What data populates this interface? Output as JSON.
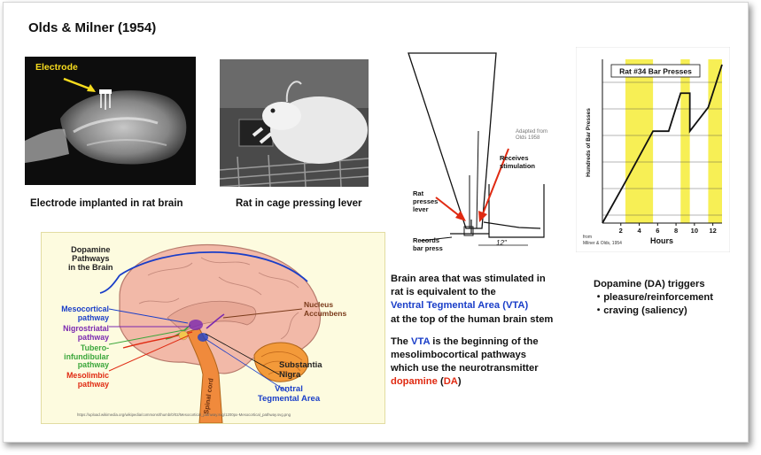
{
  "title": "Olds & Milner (1954)",
  "photo1": {
    "label": "Electrode",
    "caption": "Electrode implanted in rat brain"
  },
  "photo2": {
    "caption": "Rat in cage pressing lever"
  },
  "apparatus": {
    "credit_line1": "Adapted from",
    "credit_line2": "Olds 1958",
    "receives_line1": "Receives",
    "receives_line2": "stimulation",
    "rat_line1": "Rat",
    "rat_line2": "presses",
    "rat_line3": "lever",
    "records_line1": "Records",
    "records_line2": "bar press",
    "dimension": "12\""
  },
  "graph": {
    "title": "Rat #34 Bar Presses",
    "ylabel": "Hundreds of Bar Presses",
    "xlabel": "Hours",
    "credit_line1": "from",
    "credit_line2": "Milner & Olds, 1954"
  },
  "chart_data": {
    "type": "line",
    "title": "Rat #34 Bar Presses",
    "xlabel": "Hours",
    "ylabel": "Hundreds of Bar Presses",
    "x_ticks": [
      "2",
      "4",
      "6",
      "8",
      "10",
      "12"
    ],
    "xlim": [
      0,
      13
    ],
    "shaded_intervals_hours": [
      [
        2.5,
        5.5
      ],
      [
        8.5,
        9.5
      ],
      [
        11.5,
        13
      ]
    ],
    "x": [
      0,
      2.5,
      5.5,
      6,
      7.2,
      8.5,
      9.5,
      9.5,
      11.5,
      13
    ],
    "y": [
      0,
      0.26,
      0.58,
      0.58,
      0.58,
      0.82,
      0.82,
      0.58,
      0.73,
      1.0
    ]
  },
  "brain": {
    "title_line1": "Dopamine",
    "title_line2": "Pathways",
    "title_line3": "in the Brain",
    "nucleus_line1": "Nucleus",
    "nucleus_line2": "Accumbens",
    "mesocortical_line1": "Mesocortical",
    "mesocortical_line2": "pathway",
    "nigrostriatal_line1": "Nigrostriatal",
    "nigrostriatal_line2": "pathway",
    "tubero_line1": "Tubero-",
    "tubero_line2": "infundibular",
    "tubero_line3": "pathway",
    "mesolimbic_line1": "Mesolimbic",
    "mesolimbic_line2": "pathway",
    "substantia_line1": "Substantia",
    "substantia_line2": "Nigra",
    "vta_line1": "Ventral",
    "vta_line2": "Tegmental Area",
    "spinal": "Spinal cord",
    "url": "https://upload.wikimedia.org/wikipedia/commons/thumb/0/02/Mesocortical_pathway.svg/1200px-Mesocortical_pathway.svg.png"
  },
  "middle_text": {
    "p1_line1": "Brain area that was stimulated in",
    "p1_line2": "rat is equivalent to the",
    "p1_line3": "Ventral Tegmental Area (VTA)",
    "p1_line4": "at the top of the human brain stem",
    "p2_line1_pre": "The ",
    "p2_line1_vta": "VTA",
    "p2_line1_post": " is the beginning of the",
    "p2_line2": "mesolimbocortical pathways",
    "p2_line3": "which use the neurotransmitter",
    "p2_line4_dopamine": "dopamine",
    "p2_line4_open": " (",
    "p2_line4_da": "DA",
    "p2_line4_close": ")"
  },
  "right_text": {
    "line1": "Dopamine (DA) triggers",
    "bullet1": "・pleasure/reinforcement",
    "bullet2": "・craving (saliency)"
  },
  "colors": {
    "accent_blue": "#1a3ec8",
    "accent_red": "#e02a12",
    "graph_yellow": "#f7ef55",
    "brain_background": "#fdfbdf"
  }
}
